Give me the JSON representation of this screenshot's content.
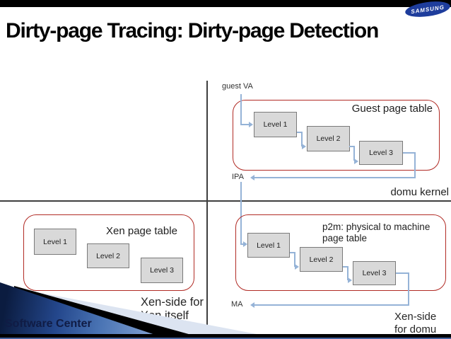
{
  "slide": {
    "title": "Dirty-page Tracing: Dirty-page Detection",
    "brand": {
      "logo_text": "SAMSUNG",
      "footer_text": "Software Center"
    }
  },
  "guest_region": {
    "va_label": "guest VA",
    "table_title": "Guest page table",
    "levels": [
      "Level 1",
      "Level 2",
      "Level 3"
    ],
    "ipa_label": "IPA",
    "kernel_label": "domu kernel"
  },
  "xen_region": {
    "table_title": "Xen page table",
    "levels": [
      "Level 1",
      "Level 2",
      "Level 3"
    ],
    "side_note_line1": "Xen-side for",
    "side_note_line2": "Xen itself"
  },
  "p2m_region": {
    "table_title_line1": "p2m: physical to machine",
    "table_title_line2": "page table",
    "levels": [
      "Level 1",
      "Level 2",
      "Level 3"
    ],
    "ma_label": "MA",
    "side_note_line1": "Xen-side",
    "side_note_line2": "for domu"
  },
  "colors": {
    "table_border_red": "#b12b25",
    "connector_blue": "#95b3d7",
    "divider_gray": "#3f3f3f",
    "level_box_fill": "#d9d9d9",
    "samsung_blue": "#1e3d9c"
  }
}
